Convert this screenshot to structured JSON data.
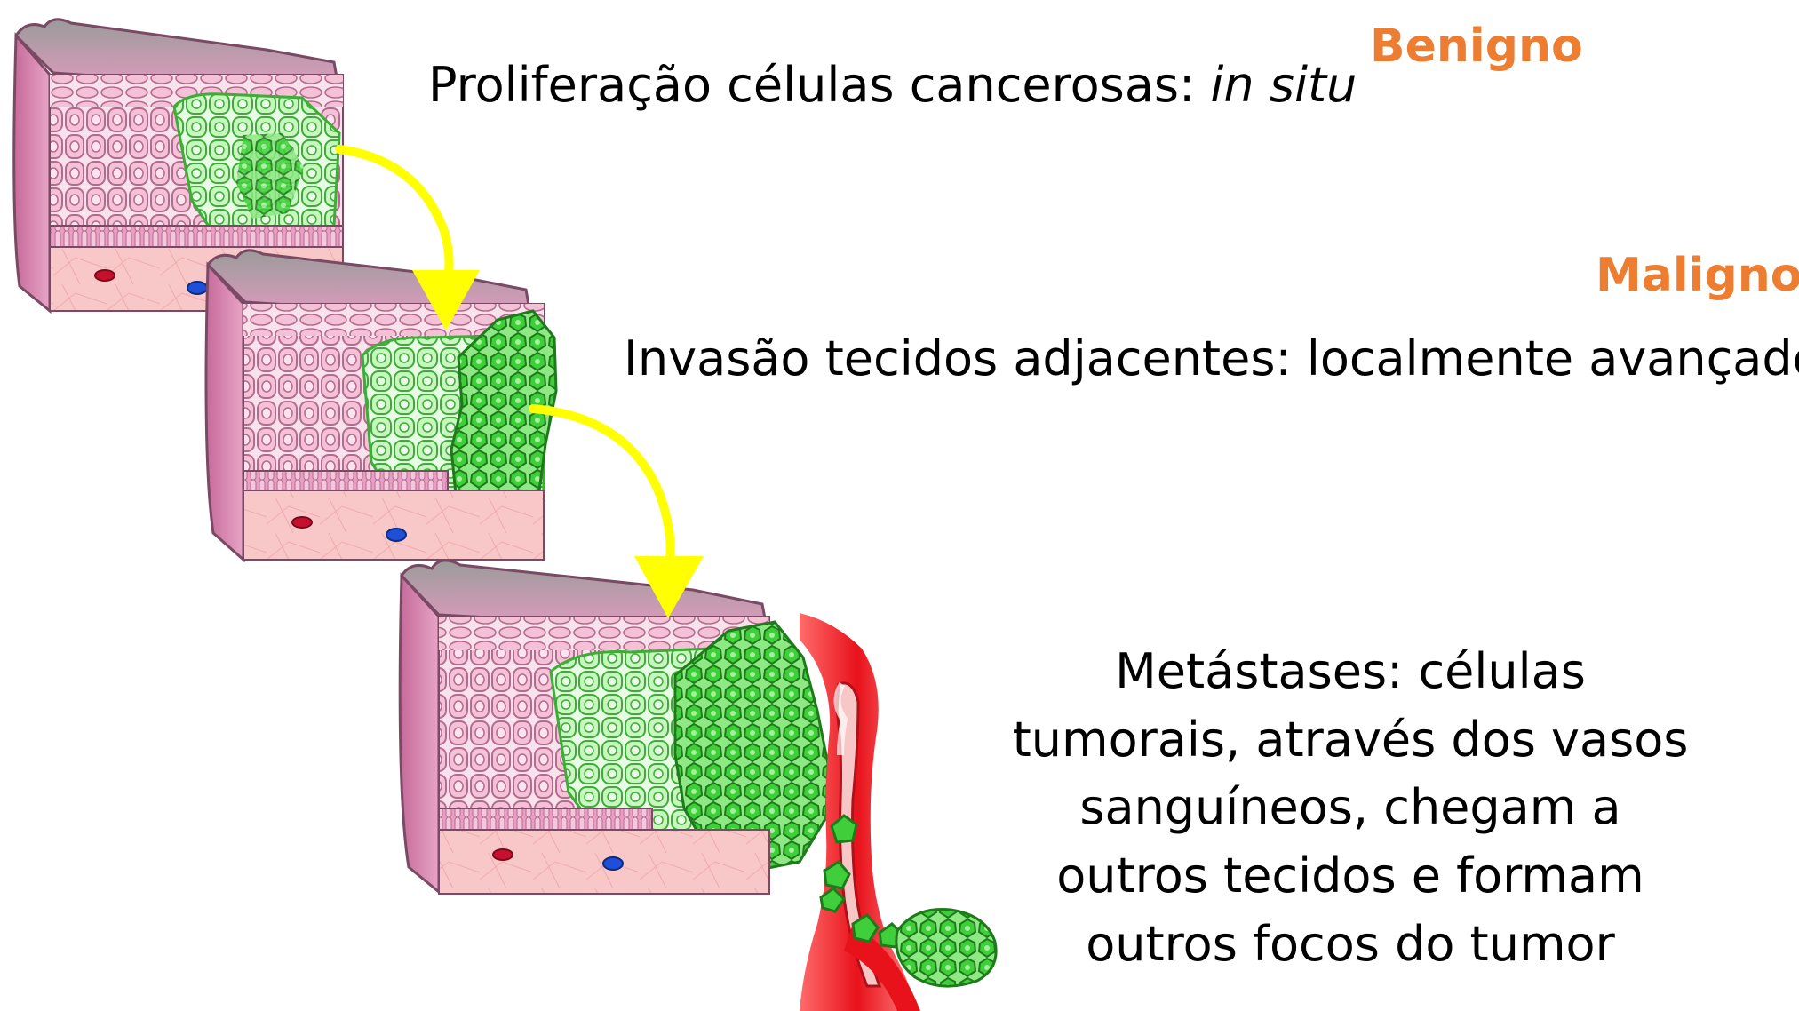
{
  "stages": [
    {
      "text": "Proliferação células cancerosas:",
      "text_em": "in situ"
    },
    {
      "text": "Invasão tecidos adjacentes: localmente avançado"
    },
    {
      "text": "Metástases: células tumorais, através dos vasos sanguíneos, chegam a outros tecidos e formam outros focos do tumor"
    }
  ],
  "badges": {
    "benign": "Benigno",
    "malign": "Maligno"
  },
  "colors": {
    "badge": "#ED7D31",
    "arrow": "#FFFF00",
    "normal_cell": "#F4C2D6",
    "tissue_top": "#E29ABF",
    "stroma": "#F8C8C8",
    "tumor_light": "#C8F5C0",
    "tumor_dark": "#3ECF3A",
    "vessel": "#E8121B"
  }
}
